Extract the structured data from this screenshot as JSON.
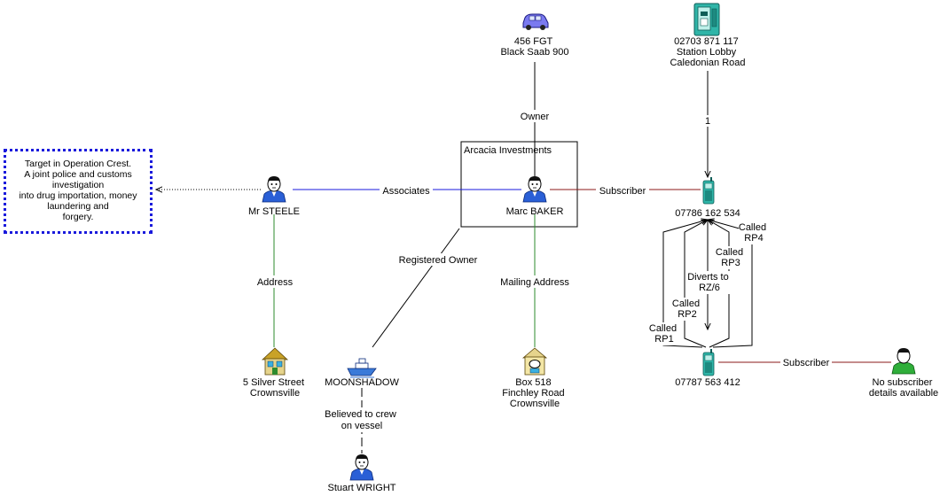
{
  "note": {
    "lines": [
      "Target in Operation Crest.",
      "A joint police and customs",
      "investigation",
      "into drug importation, money",
      "laundering and",
      "forgery."
    ]
  },
  "group": {
    "label": "Arcacia Investments"
  },
  "nodes": {
    "car": {
      "lines": [
        "456 FGT",
        "Black Saab 900"
      ],
      "icon": "car-icon"
    },
    "payphone": {
      "lines": [
        "02703 871 117",
        "Station Lobby",
        "Caledonian Road"
      ],
      "icon": "payphone-icon"
    },
    "steele": {
      "lines": [
        "Mr STEELE"
      ],
      "icon": "person-icon"
    },
    "baker": {
      "lines": [
        "Marc BAKER"
      ],
      "icon": "person-icon"
    },
    "mobile1": {
      "lines": [
        "07786 162 534"
      ],
      "icon": "mobile-phone-icon"
    },
    "mobile2": {
      "lines": [
        "07787 563 412"
      ],
      "icon": "mobile-phone-icon"
    },
    "unknown": {
      "lines": [
        "No subscriber",
        "details available"
      ],
      "icon": "person-icon"
    },
    "house": {
      "lines": [
        "5 Silver Street",
        "Crownsville"
      ],
      "icon": "house-icon"
    },
    "boat": {
      "lines": [
        "MOONSHADOW"
      ],
      "icon": "boat-icon"
    },
    "pobox": {
      "lines": [
        "Box 518",
        "Finchley Road",
        "Crownsville"
      ],
      "icon": "mailbox-icon"
    },
    "wright": {
      "lines": [
        "Stuart WRIGHT"
      ],
      "icon": "person-icon"
    }
  },
  "edges": {
    "owner": [
      "Owner"
    ],
    "associates": [
      "Associates"
    ],
    "subscriber1": [
      "Subscriber"
    ],
    "subscriber2": [
      "Subscriber"
    ],
    "address": [
      "Address"
    ],
    "mailing": [
      "Mailing Address"
    ],
    "registered": [
      "Registered Owner"
    ],
    "crew": [
      "Believed to crew",
      "on vessel"
    ],
    "calls": [
      "1"
    ],
    "rp1": [
      "Called",
      "RP1"
    ],
    "rp2": [
      "Called",
      "RP2"
    ],
    "diverts": [
      "Diverts to",
      "RZ/6"
    ],
    "rp3": [
      "Called",
      "RP3"
    ],
    "rp4": [
      "Called",
      "RP4"
    ]
  },
  "colors": {
    "associates_line": "#1a1adc",
    "subscriber_line": "#8b1a1a",
    "address_line": "#2e8b2e",
    "default_line": "#000000",
    "note_border": "#1a1adc"
  }
}
